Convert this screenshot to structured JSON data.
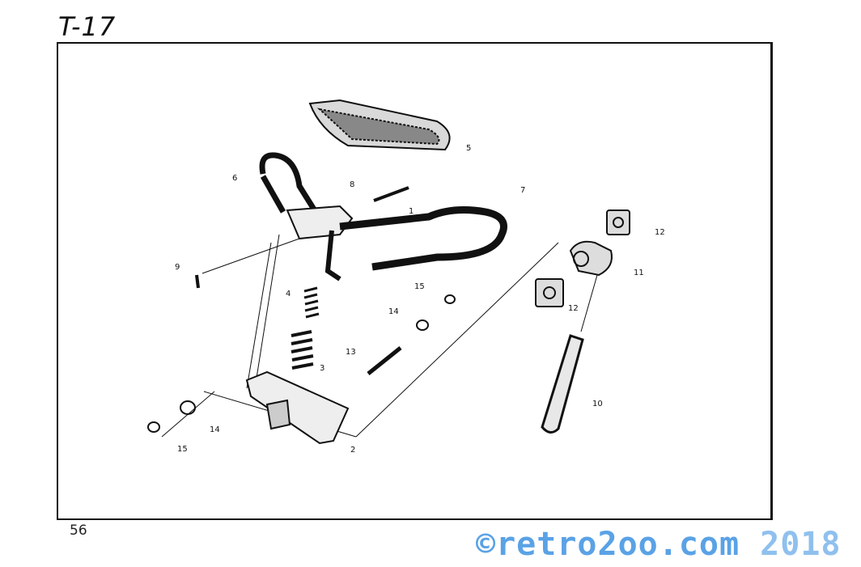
{
  "page": {
    "title": "T-17",
    "page_number": "56"
  },
  "watermark": {
    "text": "©retro2oo.com",
    "year": "2018",
    "color": "#5aa2e6"
  },
  "part_labels": {
    "p1": "1",
    "p2": "2",
    "p3": "3",
    "p4": "4",
    "p5": "5",
    "p6": "6",
    "p7": "7",
    "p8": "8",
    "p9": "9",
    "p10": "10",
    "p11": "11",
    "p12a": "12",
    "p12b": "12",
    "p13": "13",
    "p14a": "14",
    "p14b": "14",
    "p15a": "15",
    "p15b": "15"
  }
}
